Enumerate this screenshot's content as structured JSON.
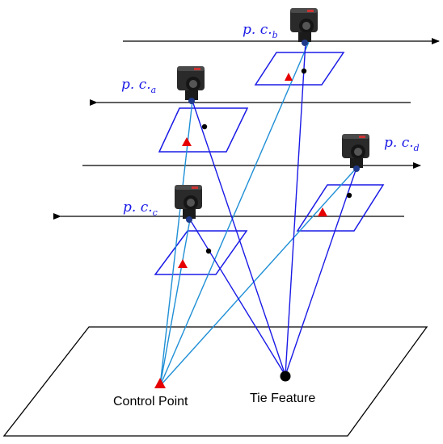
{
  "labels": {
    "pc_prefix": "p. c.",
    "cam_a_sub": "a",
    "cam_b_sub": "b",
    "cam_c_sub": "c",
    "cam_d_sub": "d",
    "control_point": "Control Point",
    "tie_feature": "Tie Feature"
  },
  "colors": {
    "ray_control": "#1f8fd6",
    "ray_tie": "#1a1ae6",
    "image_plane": "#1a1ae6",
    "control_marker": "#e60000",
    "tie_marker": "#000000",
    "flight_line": "#000000",
    "ground_plane": "#000000"
  },
  "icons": {
    "camera": "camera-icon",
    "control_marker": "triangle-marker",
    "tie_marker": "dot-marker"
  }
}
